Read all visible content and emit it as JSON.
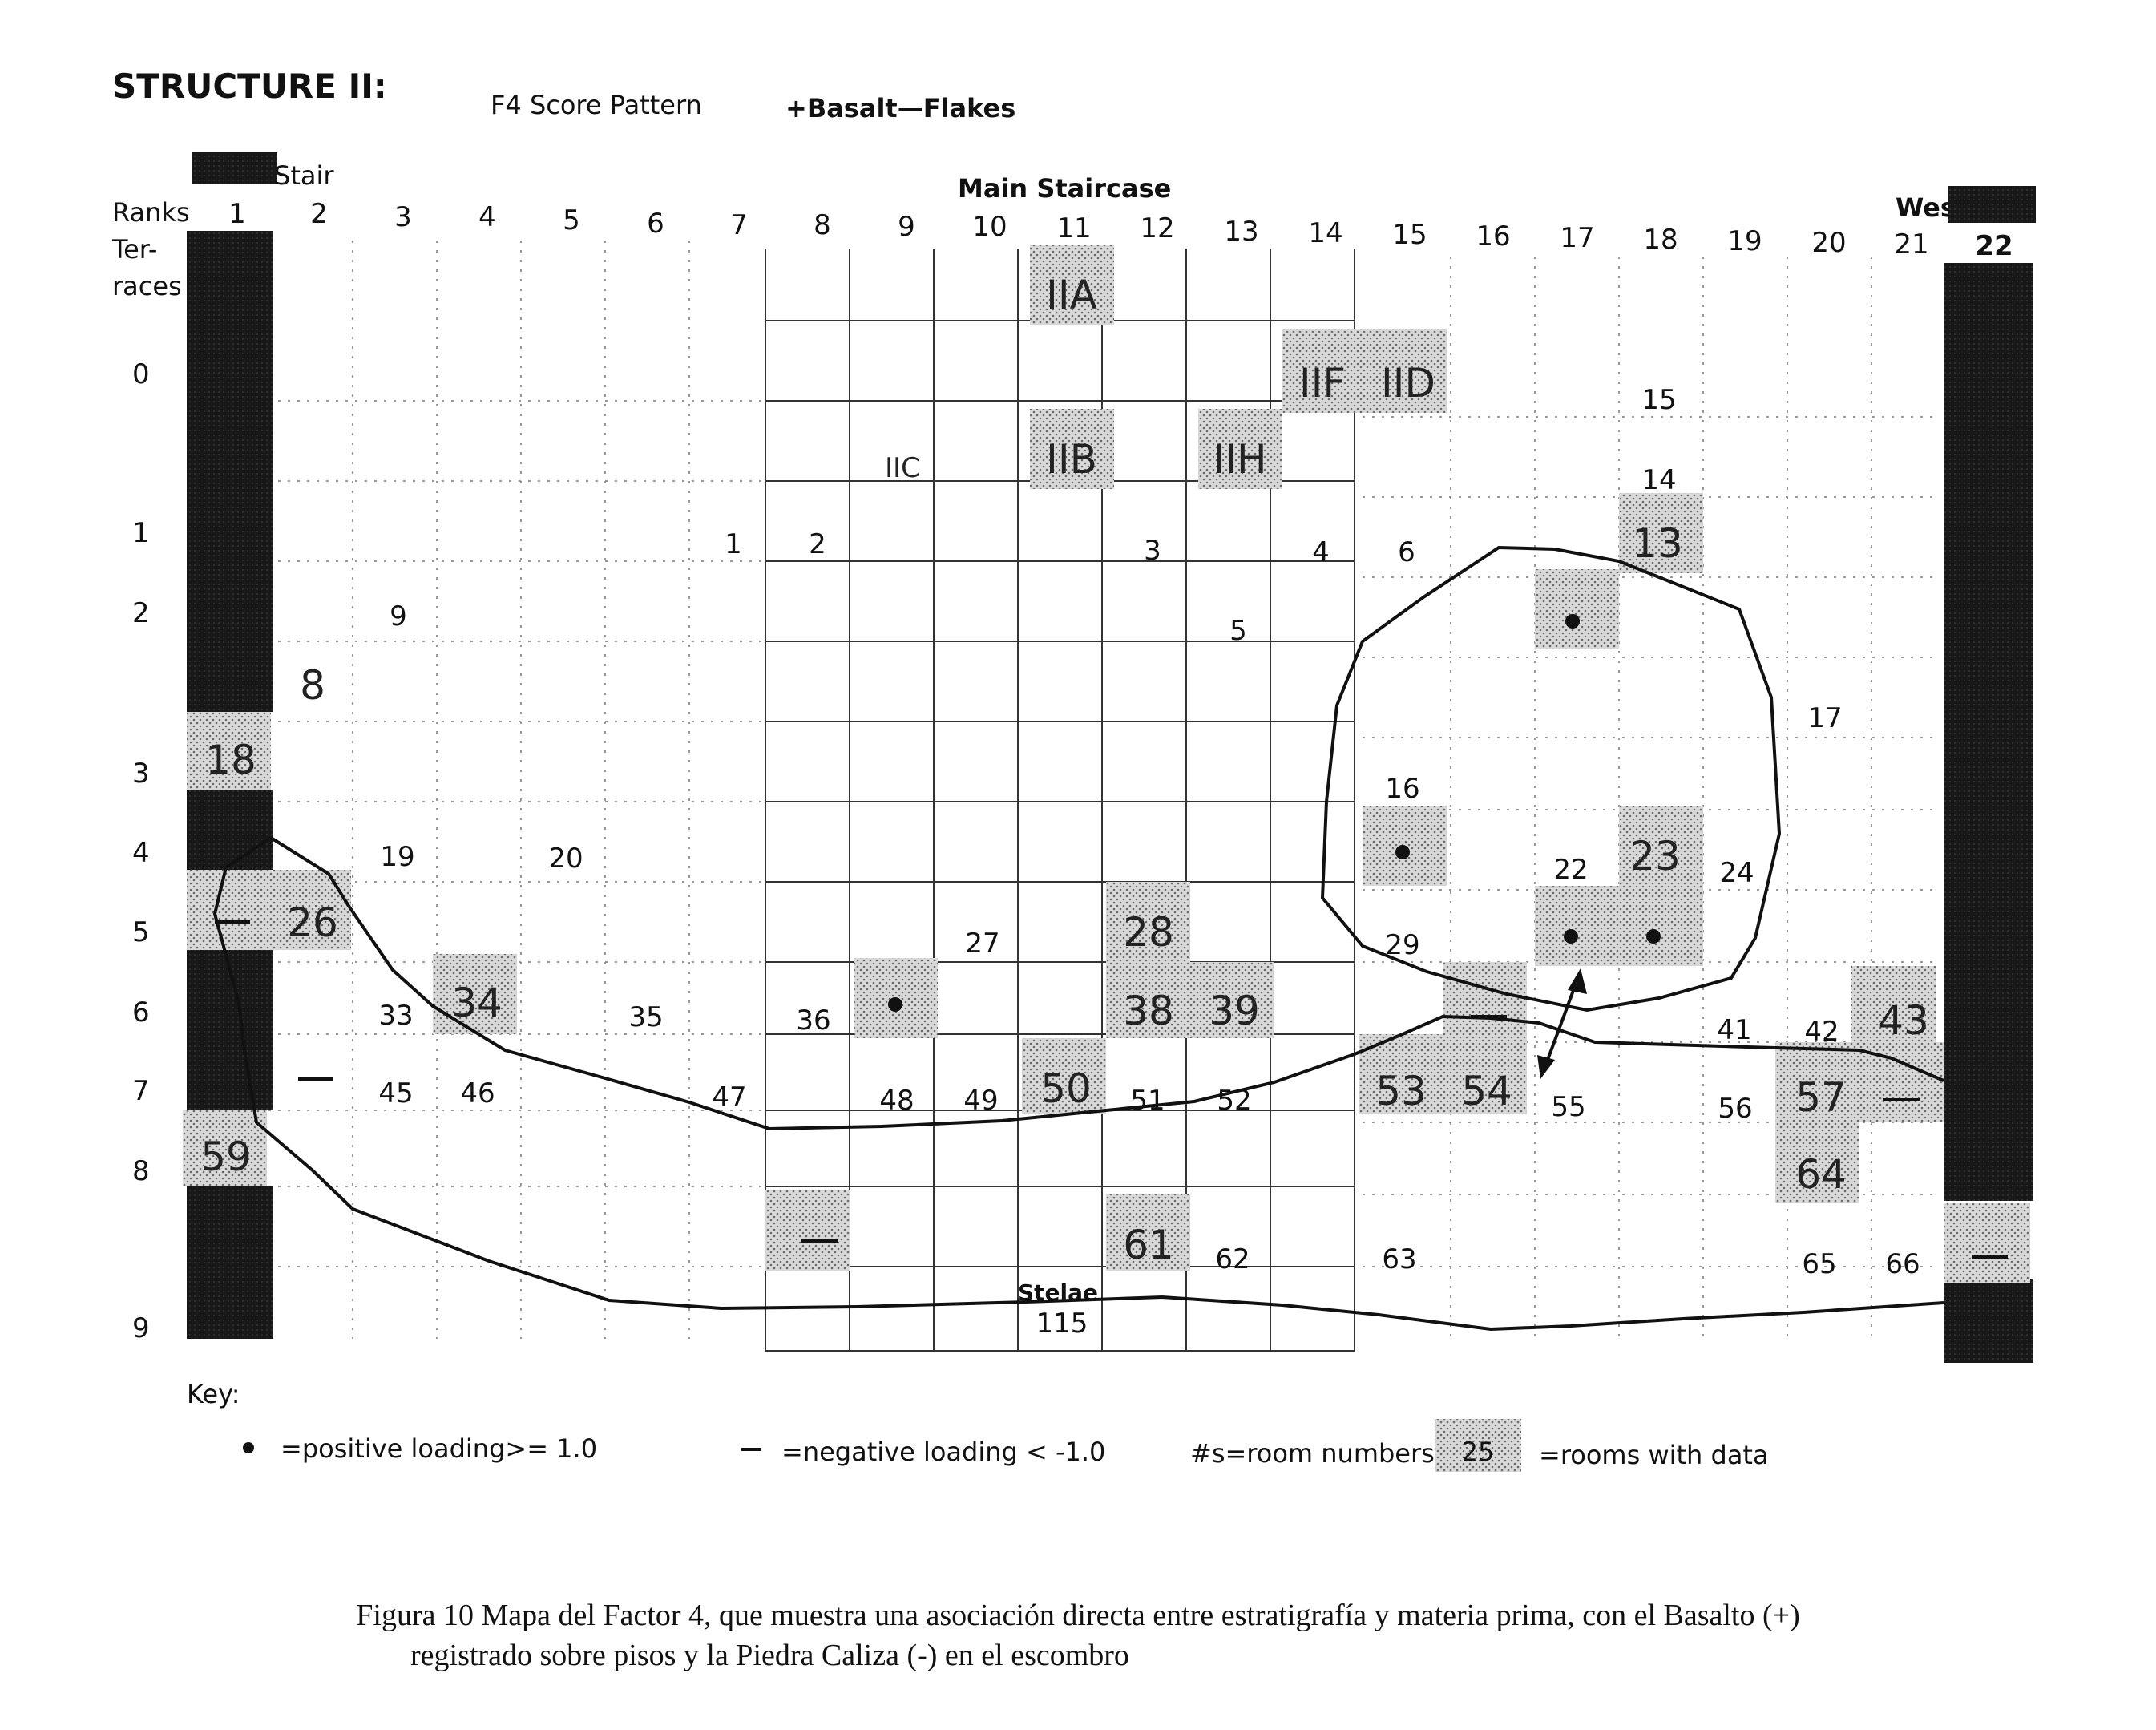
{
  "header": {
    "structure": "STRUCTURE  II:",
    "pattern": "F4 Score Pattern",
    "variables": "+Basalt—Flakes",
    "stair_label": "Stair",
    "main_staircase": "Main  Staircase",
    "west_label": "West",
    "ranks_label": "Ranks",
    "terraces_label_1": "Ter-",
    "terraces_label_2": "races"
  },
  "ranks": [
    "1",
    "2",
    "3",
    "4",
    "5",
    "6",
    "7",
    "8",
    "9",
    "10",
    "11",
    "12",
    "13",
    "14",
    "15",
    "16",
    "17",
    "18",
    "19",
    "20",
    "21",
    "22"
  ],
  "terraces": [
    "0",
    "1",
    "2",
    "3",
    "4",
    "5",
    "6",
    "7",
    "8",
    "9"
  ],
  "structures": [
    "IIA",
    "IIF",
    "IID",
    "IIB",
    "IIH",
    "IIC"
  ],
  "rooms": {
    "r1": "1",
    "r2": "2",
    "r3": "3",
    "r4": "4",
    "r5": "5",
    "r6": "6",
    "r8": "8",
    "r9": "9",
    "r13": "13",
    "r14": "14",
    "r15": "15",
    "r16": "16",
    "r17": "17",
    "r18": "18",
    "r19": "19",
    "r20": "20",
    "r22": "22",
    "r23": "23",
    "r24": "24",
    "r26": "26",
    "r27": "27",
    "r28": "28",
    "r29": "29",
    "r33": "33",
    "r34": "34",
    "r35": "35",
    "r36": "36",
    "r38": "38",
    "r39": "39",
    "r41": "41",
    "r42": "42",
    "r43": "43",
    "r45": "45",
    "r46": "46",
    "r47": "47",
    "r48": "48",
    "r49": "49",
    "r50": "50",
    "r51": "51",
    "r52": "52",
    "r53": "53",
    "r54": "54",
    "r55": "55",
    "r56": "56",
    "r57": "57",
    "r59": "59",
    "r61": "61",
    "r62": "62",
    "r63": "63",
    "r64": "64",
    "r65": "65",
    "r66": "66",
    "r115": "115"
  },
  "stelae_label": "Stelae",
  "key": {
    "title": "Key:",
    "positive": "=positive loading>=  1.0",
    "negative": "=negative loading <  -1.0",
    "numbers": "#s=room numbers",
    "sample": "25",
    "with_data": "=rooms with data"
  },
  "caption": {
    "line1": "Figura 10 Mapa del Factor 4, que muestra una asociación directa entre estratigrafía y materia prima, con el Basalto (+)",
    "line2": "registrado sobre pisos y la Piedra Caliza (-) en el escombro"
  },
  "colors": {
    "ink": "#111111",
    "stipple": "#c9c9c9",
    "dark_bar": "#151515"
  }
}
